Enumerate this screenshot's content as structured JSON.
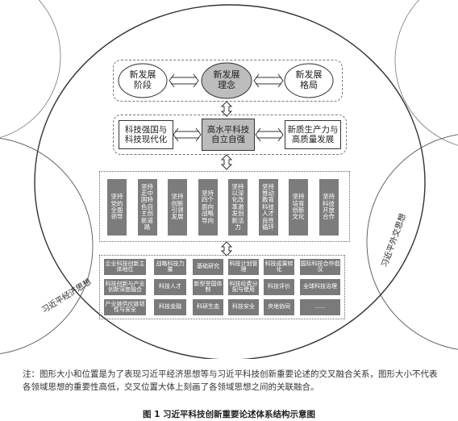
{
  "ovals": {
    "left": "新发展\n阶段",
    "center": "新发展\n理念",
    "right": "新发展\n格局"
  },
  "middle_row": {
    "left": "科技强国与\n科技现代化",
    "center": "高水平科技\n自立自强",
    "right": "新质生产力与\n高质量发展"
  },
  "pillars": [
    "坚持党的全面领导",
    "坚持走中国特色自主创新道路",
    "坚持创新引领发展",
    "坚持四个面向战略导向",
    "坚持以深化改革激发创新活力",
    "坚持推动教育科技人才良性循环",
    "坚持培育创新文化",
    "坚持科技开放合作"
  ],
  "grid": [
    [
      "企业科技创新主体地位",
      "战略科技力量",
      "基础研究",
      "科技计划管理",
      "科技成果转化",
      "国际科技合作倡议"
    ],
    [
      "科技创新与产业创新深度融合",
      "科技人才",
      "新型举国体制",
      "科技经费分配与使用",
      "科技评价",
      "全球科技治理"
    ],
    [
      "产业链供应链韧性与安全",
      "科技金融",
      "科研生态",
      "科技安全",
      "央地协同",
      "……"
    ]
  ],
  "circle_labels": {
    "economy": "习近平经济思想",
    "diplomacy": "习近平外交思想"
  },
  "note": "注：图形大小和位置是为了表现习近平经济思想等与习近平科技创新重要论述的交叉融合关系，图形大小不代表各领域思想的重要性高低，交叉位置大体上刻画了各领域思想之间的关联融合。",
  "caption": "图 1    习近平科技创新重要论述体系结构示意图"
}
